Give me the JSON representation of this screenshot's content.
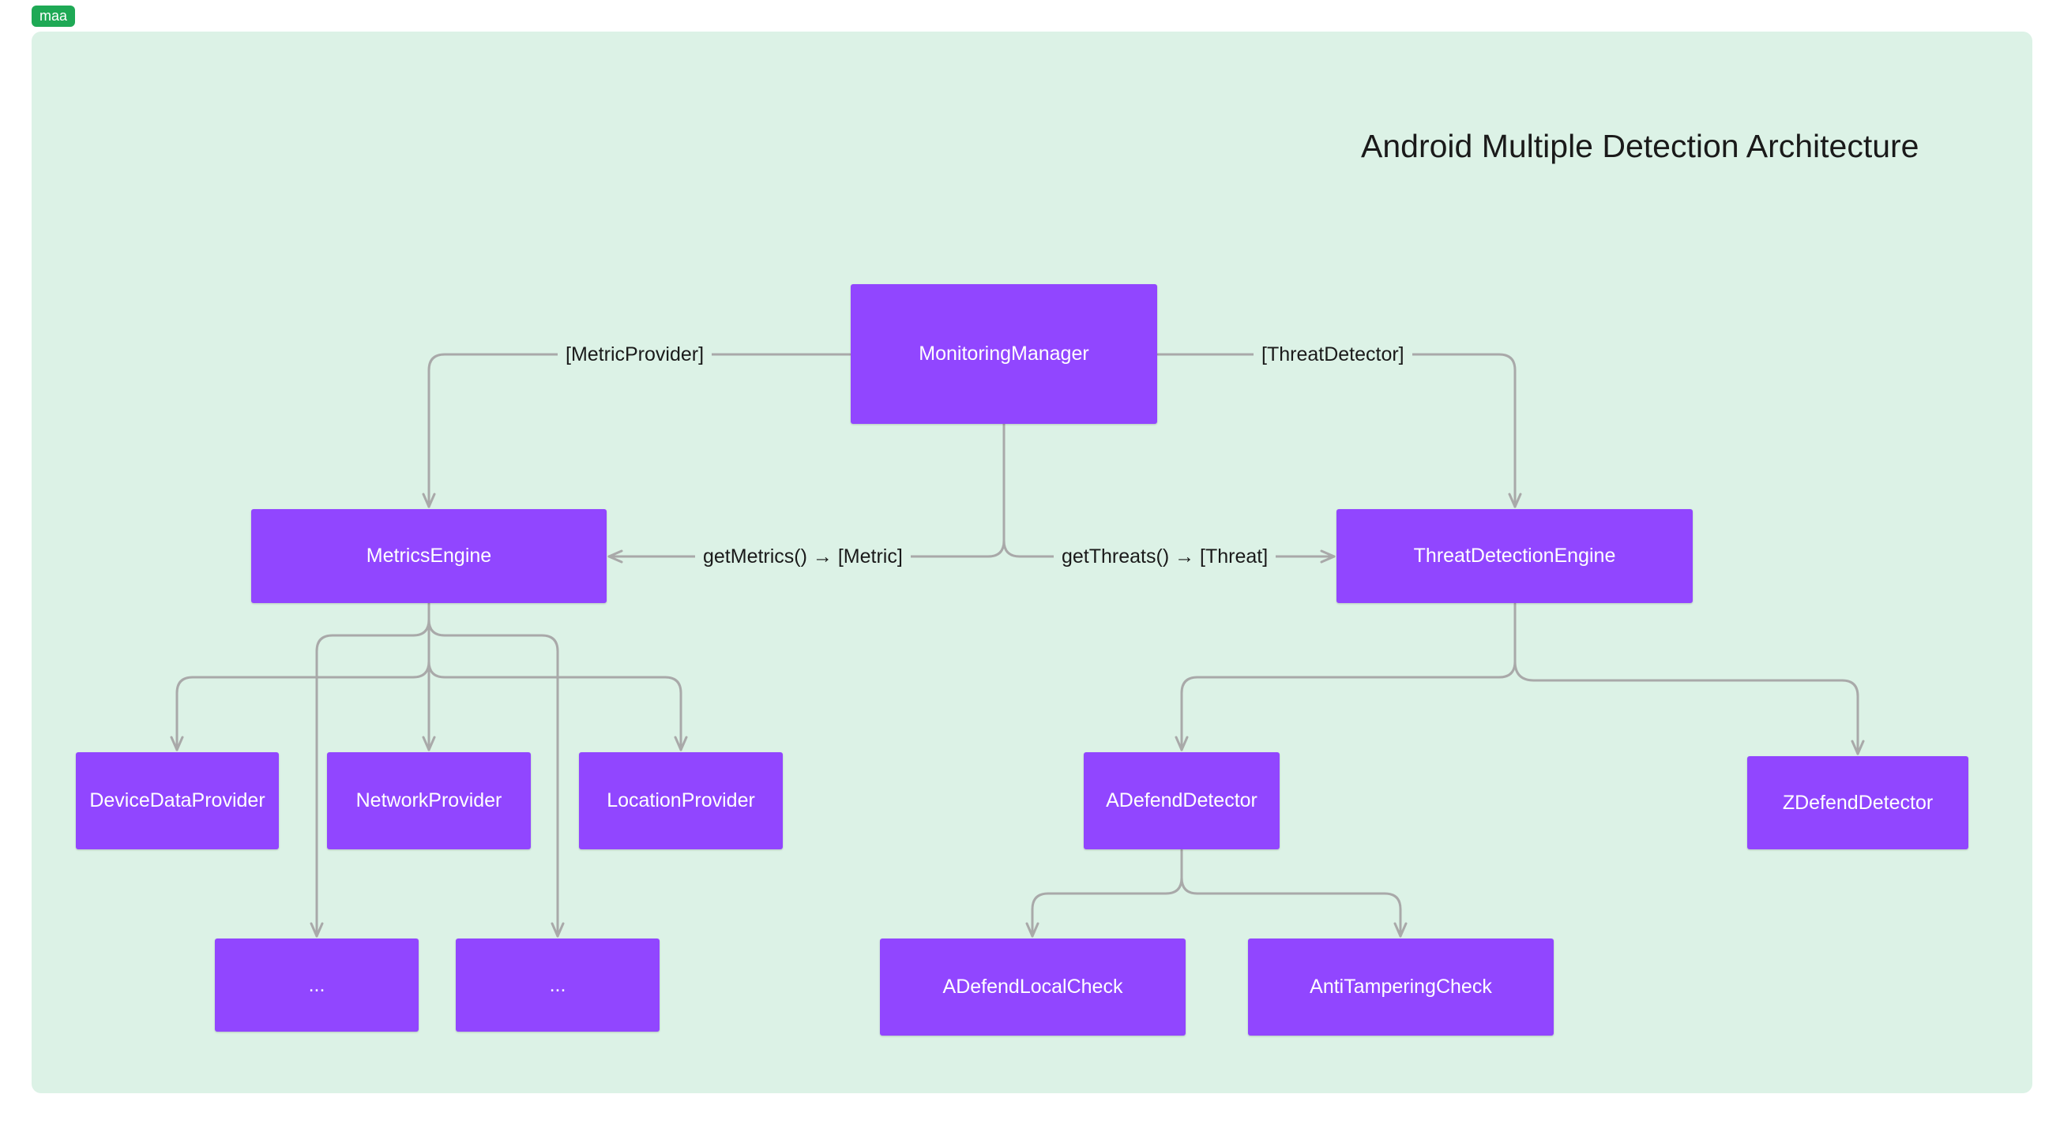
{
  "frame": {
    "tag": "maa"
  },
  "diagram": {
    "title": "Android Multiple Detection Architecture",
    "colors": {
      "node_fill": "#9146ff",
      "node_text": "#ffffff",
      "background": "#dcf2e6",
      "edge": "#a9a9a9",
      "tag": "#1ea955"
    },
    "nodes": {
      "monitoring_manager": "MonitoringManager",
      "metrics_engine": "MetricsEngine",
      "threat_detection_engine": "ThreatDetectionEngine",
      "device_data_provider": "DeviceDataProvider",
      "network_provider": "NetworkProvider",
      "location_provider": "LocationProvider",
      "ellipsis_1": "...",
      "ellipsis_2": "...",
      "adefend_detector": "ADefendDetector",
      "zdefend_detector": "ZDefendDetector",
      "adefend_local_check": "ADefendLocalCheck",
      "anti_tampering_check": "AntiTamperingCheck"
    },
    "edge_labels": {
      "metric_provider": "[MetricProvider]",
      "threat_detector": "[ThreatDetector]",
      "get_metrics": "getMetrics() → [Metric]",
      "get_threats": "getThreats() → [Threat]"
    }
  }
}
